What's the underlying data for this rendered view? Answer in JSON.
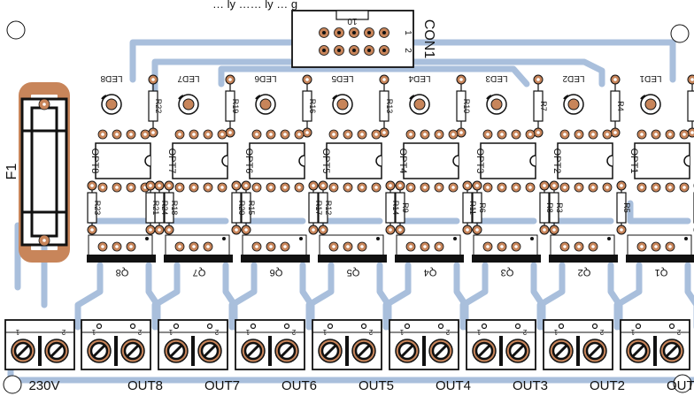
{
  "caption_partial": "… ly …… ly … g",
  "connector": {
    "ref": "CON1",
    "pin_top": "10",
    "pin_1": "1",
    "pin_2": "2"
  },
  "fuse": {
    "ref": "F1"
  },
  "channels": [
    {
      "led": "LED8",
      "opt": "OPT8",
      "q": "Q8",
      "out": "OUT8",
      "r_led": "R22",
      "r_a": "R24",
      "r_b": "R23",
      "r_c": "R21"
    },
    {
      "led": "LED7",
      "opt": "OPT7",
      "q": "Q7",
      "out": "OUT7",
      "r_led": "R19",
      "r_a": "R20",
      "r_b": "R18",
      "r_c": ""
    },
    {
      "led": "LED6",
      "opt": "OPT6",
      "q": "Q6",
      "out": "OUT6",
      "r_led": "R16",
      "r_a": "R17",
      "r_b": "R15",
      "r_c": ""
    },
    {
      "led": "LED5",
      "opt": "OPT5",
      "q": "Q5",
      "out": "OUT5",
      "r_led": "R13",
      "r_a": "R14",
      "r_b": "R12",
      "r_c": ""
    },
    {
      "led": "LED4",
      "opt": "OPT4",
      "q": "Q4",
      "out": "OUT4",
      "r_led": "R10",
      "r_a": "R11",
      "r_b": "R9",
      "r_c": ""
    },
    {
      "led": "LED3",
      "opt": "OPT3",
      "q": "Q3",
      "out": "OUT3",
      "r_led": "R7",
      "r_a": "R8",
      "r_b": "R6",
      "r_c": ""
    },
    {
      "led": "LED2",
      "opt": "OPT2",
      "q": "Q2",
      "out": "OUT2",
      "r_led": "R4",
      "r_a": "R5",
      "r_b": "R3",
      "r_c": ""
    },
    {
      "led": "LED1",
      "opt": "OPT1",
      "q": "Q1",
      "out": "OUT1",
      "r_led": "R1",
      "r_a": "R2",
      "r_b": "",
      "r_c": ""
    }
  ],
  "supply_label": "230V",
  "terminal_pin_labels": [
    "1",
    "2"
  ],
  "colors": {
    "trace": "#a9bfdc",
    "pad": "#c8855a",
    "silk": "#111111",
    "board_bg": "#ffffff"
  }
}
